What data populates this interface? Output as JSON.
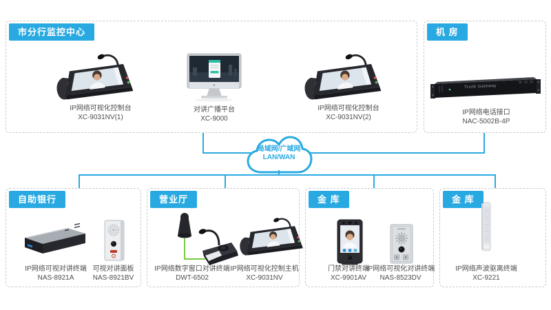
{
  "colors": {
    "accent": "#29a9e1",
    "green_line": "#7ac943"
  },
  "cloud": {
    "line1": "局域网/广域网",
    "line2": "LAN/WAN"
  },
  "groups": [
    {
      "label": "市分行监控中心",
      "devices": [
        {
          "name": "IP网络可视化控制台",
          "model": "XC-9031NV(1)"
        },
        {
          "name": "对讲广播平台",
          "model": "XC-9000"
        },
        {
          "name": "IP网络可视化控制台",
          "model": "XC-9031NV(2)"
        }
      ]
    },
    {
      "label": "机 房",
      "devices": [
        {
          "name": "IP网络电话接口",
          "model": "NAC-5002B-4P",
          "panel_text": "Trunk Gateway"
        }
      ]
    },
    {
      "label": "自助银行",
      "devices": [
        {
          "name": "IP网络可视对讲终端",
          "model": "NAS-8921A"
        },
        {
          "name": "可视对讲面板",
          "model": "NAS-8921BV"
        }
      ]
    },
    {
      "label": "营业厅",
      "devices": [
        {
          "name": "IP网络数字窗口对讲终端",
          "model": "DWT-6502"
        },
        {
          "name": "IP网络可视化控制主机",
          "model": "XC-9031NV"
        }
      ]
    },
    {
      "label": "金 库",
      "devices": [
        {
          "name": "门禁对讲终端",
          "model": "XC-9901AV"
        },
        {
          "name": "IP网络可视化对讲终端",
          "model": "NAS-8523DV"
        }
      ]
    },
    {
      "label": "金 库",
      "devices": [
        {
          "name": "IP网络声波驱离终端",
          "model": "XC-9221"
        }
      ]
    }
  ]
}
